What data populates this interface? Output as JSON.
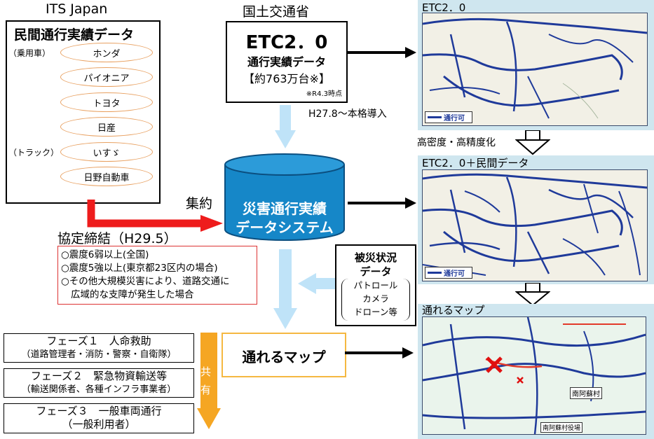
{
  "its": {
    "org": "ITS Japan",
    "title": "民間通行実績データ",
    "cat_passenger": "（乗用車）",
    "cat_truck": "（トラック）",
    "companies": [
      "ホンダ",
      "パイオニア",
      "トヨタ",
      "日産",
      "いすゞ",
      "日野自動車"
    ]
  },
  "ministry": {
    "org": "国土交通省",
    "etc": "ETC2．0",
    "sub": "通行実績データ",
    "count": "【約763万台※】",
    "note": "※R4.3時点"
  },
  "intro": "H27.8～本格導入",
  "aggregate": "集約",
  "agreement": {
    "title": "協定締結（H29.5）",
    "items": [
      "○震度6弱以上(全国)",
      "○震度5強以上(東京都23区内の場合)",
      "○その他大規模災害により、道路交通に",
      "広域的な支障が発生した場合"
    ]
  },
  "system": {
    "line1": "災害通行実績",
    "line2": "データシステム"
  },
  "damage": {
    "title1": "被災状況",
    "title2": "データ",
    "items": [
      "パトロール",
      "カメラ",
      "ドローン等"
    ]
  },
  "passable_map": "通れるマップ",
  "share": {
    "c1": "共",
    "c2": "有"
  },
  "phases": [
    {
      "l1": "フェーズ１　人命救助",
      "l2": "（道路管理者・消防・警察・自衛隊）"
    },
    {
      "l1": "フェーズ２　緊急物資輸送等",
      "l2": "（輸送関係者、各種インフラ事業者）"
    },
    {
      "l1": "フェーズ３　一般車両通行",
      "l2": "（一般利用者）"
    }
  ],
  "right": {
    "p1_title": "ETC2．0",
    "legend": "通行可",
    "upgrade": "高密度・高精度化",
    "p2_title": "ETC2．0＋民間データ",
    "p3_title": "通れるマップ",
    "p3_labels": [
      "南阿蘇村",
      "南阿蘇村役場"
    ]
  },
  "colors": {
    "route": "#1f3a9a",
    "arrow_light": "#bfe3f8",
    "red": "#ee1c1c",
    "orange": "#f5a623",
    "cylinder": "#1687c8"
  }
}
